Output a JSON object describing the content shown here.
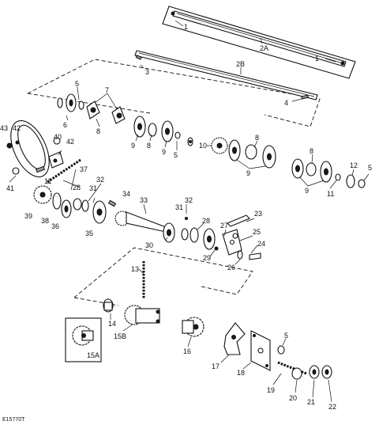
{
  "drawing_code": "E15770T",
  "callouts": [
    {
      "id": "c1a",
      "text": "1"
    },
    {
      "id": "c1b",
      "text": "1"
    },
    {
      "id": "c2a",
      "text": "2A"
    },
    {
      "id": "c2b",
      "text": "2B"
    },
    {
      "id": "c3",
      "text": "3"
    },
    {
      "id": "c4",
      "text": "4"
    },
    {
      "id": "c5a",
      "text": "5"
    },
    {
      "id": "c5b",
      "text": "5"
    },
    {
      "id": "c5c",
      "text": "5"
    },
    {
      "id": "c5d",
      "text": "5"
    },
    {
      "id": "c6",
      "text": "6"
    },
    {
      "id": "c7",
      "text": "7"
    },
    {
      "id": "c8a",
      "text": "8"
    },
    {
      "id": "c8b",
      "text": "8"
    },
    {
      "id": "c8c",
      "text": "8"
    },
    {
      "id": "c8d",
      "text": "8"
    },
    {
      "id": "c9a",
      "text": "9"
    },
    {
      "id": "c9b",
      "text": "9"
    },
    {
      "id": "c9c",
      "text": "9"
    },
    {
      "id": "c9d",
      "text": "9"
    },
    {
      "id": "c10",
      "text": "10"
    },
    {
      "id": "c11a",
      "text": "11"
    },
    {
      "id": "c11b",
      "text": "11"
    },
    {
      "id": "c12",
      "text": "12"
    },
    {
      "id": "c13",
      "text": "13"
    },
    {
      "id": "c14",
      "text": "14"
    },
    {
      "id": "c15a",
      "text": "15A"
    },
    {
      "id": "c15b",
      "text": "15B"
    },
    {
      "id": "c16",
      "text": "16"
    },
    {
      "id": "c17",
      "text": "17"
    },
    {
      "id": "c18",
      "text": "18"
    },
    {
      "id": "c19",
      "text": "19"
    },
    {
      "id": "c20",
      "text": "20"
    },
    {
      "id": "c21",
      "text": "21"
    },
    {
      "id": "c22",
      "text": "22"
    },
    {
      "id": "c23",
      "text": "23"
    },
    {
      "id": "c24",
      "text": "24"
    },
    {
      "id": "c25",
      "text": "25"
    },
    {
      "id": "c26",
      "text": "26"
    },
    {
      "id": "c27",
      "text": "27"
    },
    {
      "id": "c28a",
      "text": "28"
    },
    {
      "id": "c28b",
      "text": "28"
    },
    {
      "id": "c29",
      "text": "29"
    },
    {
      "id": "c30",
      "text": "30"
    },
    {
      "id": "c31a",
      "text": "31"
    },
    {
      "id": "c31b",
      "text": "31"
    },
    {
      "id": "c32a",
      "text": "32"
    },
    {
      "id": "c32b",
      "text": "32"
    },
    {
      "id": "c33",
      "text": "33"
    },
    {
      "id": "c34",
      "text": "34"
    },
    {
      "id": "c35",
      "text": "35"
    },
    {
      "id": "c36",
      "text": "36"
    },
    {
      "id": "c37",
      "text": "37"
    },
    {
      "id": "c38",
      "text": "38"
    },
    {
      "id": "c39",
      "text": "39"
    },
    {
      "id": "c40",
      "text": "40"
    },
    {
      "id": "c41",
      "text": "41"
    },
    {
      "id": "c42a",
      "text": "42"
    },
    {
      "id": "c42b",
      "text": "42"
    },
    {
      "id": "c43",
      "text": "43"
    }
  ]
}
